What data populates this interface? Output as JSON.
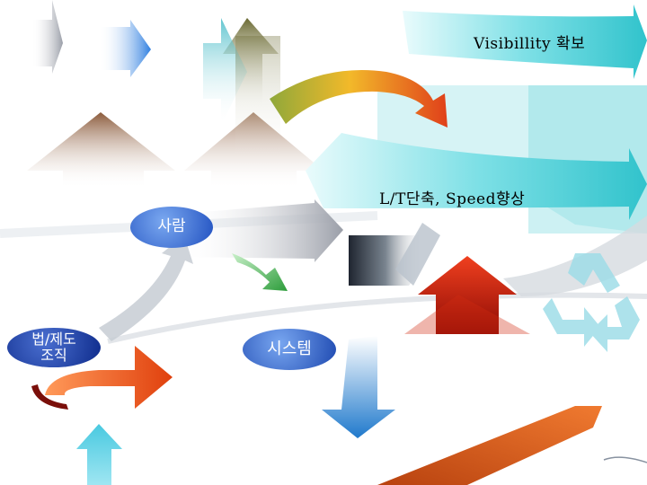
{
  "labels": {
    "visibility": "Visibillity 확보",
    "leadtime": "L/T단축, Speed향상"
  },
  "nodes": {
    "people": "사람",
    "law": "법/제도\n조직",
    "system": "시스템"
  },
  "colors": {
    "teal_banner": "#4fd0d6",
    "orange_arrow": "#e85a1c",
    "red_arrow": "#cc1f0f",
    "green_arrow": "#3aa83a",
    "node_blue": "#2f60c8",
    "recycle": "#8fd9e6"
  },
  "icons": [
    "recycle-icon"
  ]
}
